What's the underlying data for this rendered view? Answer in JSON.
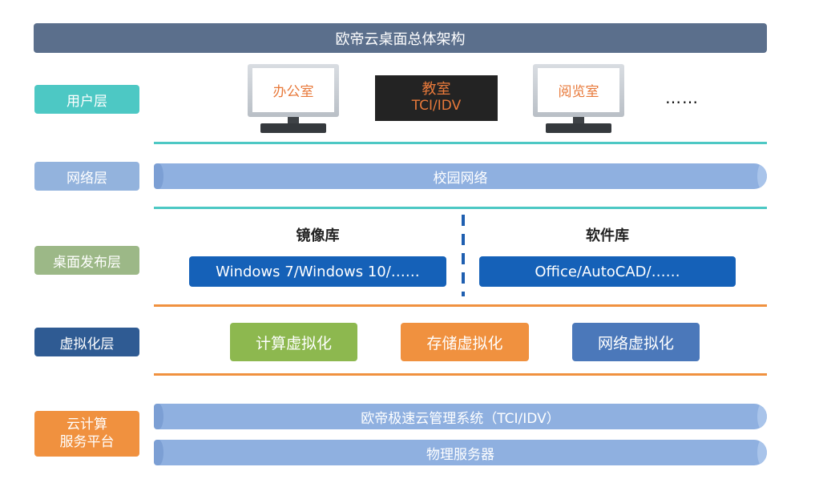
{
  "title": "欧帝云桌面总体架构",
  "layers": {
    "user": "用户层",
    "network": "网络层",
    "desktop_publish": "桌面发布层",
    "virtualization": "虚拟化层",
    "cloud_platform_line1": "云计算",
    "cloud_platform_line2": "服务平台"
  },
  "user_layer": {
    "office": "办公室",
    "classroom_line1": "教室",
    "classroom_line2": "TCI/IDV",
    "reading_room": "阅览室",
    "more": "……"
  },
  "network_layer": {
    "campus_network": "校园网络"
  },
  "desktop_publish_layer": {
    "image_library_title": "镜像库",
    "image_library_content": "Windows 7/Windows 10/……",
    "software_library_title": "软件库",
    "software_library_content": "Office/AutoCAD/……"
  },
  "virtualization_layer": {
    "compute": "计算虚拟化",
    "storage": "存储虚拟化",
    "network": "网络虚拟化"
  },
  "cloud_platform": {
    "management_system": "欧帝极速云管理系统（TCI/IDV）",
    "physical_servers": "物理服务器"
  },
  "colors": {
    "title_bar": "#5b6f8c",
    "user_label": "#4dc8c4",
    "network_label": "#93b3dd",
    "publish_label": "#9cb887",
    "virtualization_label": "#2f5b93",
    "cloud_label": "#f0913f",
    "teal_line": "#4dc8c4",
    "orange_line": "#f0913f",
    "library_box": "#1561b8",
    "compute": "#8db84f",
    "storage": "#f0913f",
    "network_virt": "#4b78ba",
    "pipe": "#8fb0e0"
  }
}
